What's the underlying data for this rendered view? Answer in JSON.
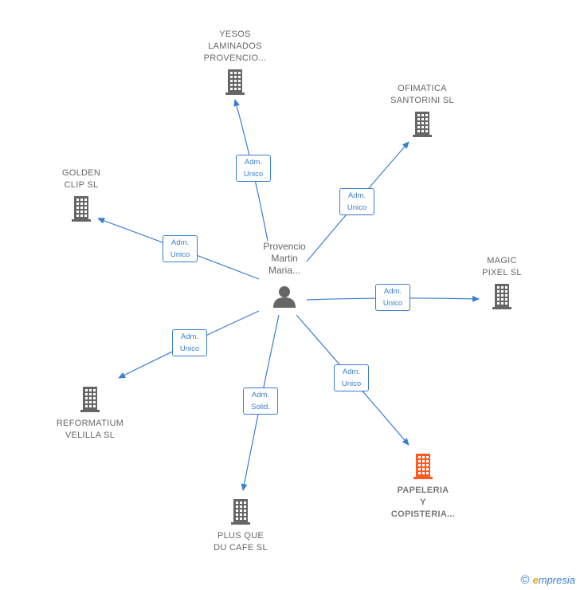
{
  "colors": {
    "edge": "#3a7ed1",
    "building": "#666666",
    "highlight": "#ff5a1f",
    "person": "#666666"
  },
  "center": {
    "label": "Provencio\nMartin\nMaria...",
    "icon": "person-icon"
  },
  "nodes": [
    {
      "id": "yesos",
      "label": "YESOS\nLAMINADOS\nPROVENCIO...",
      "icon": "building-icon",
      "highlight": false
    },
    {
      "id": "ofimatica",
      "label": "OFIMATICA\nSANTORINI SL",
      "icon": "building-icon",
      "highlight": false
    },
    {
      "id": "golden",
      "label": "GOLDEN\nCLIP  SL",
      "icon": "building-icon",
      "highlight": false
    },
    {
      "id": "magic",
      "label": "MAGIC\nPIXEL  SL",
      "icon": "building-icon",
      "highlight": false
    },
    {
      "id": "reformatium",
      "label": "REFORMATIUM\nVELILLA  SL",
      "icon": "building-icon",
      "highlight": false
    },
    {
      "id": "plusque",
      "label": "PLUS QUE\nDU CAFE  SL",
      "icon": "building-icon",
      "highlight": false
    },
    {
      "id": "papeleria",
      "label": "PAPELERIA\nY\nCOPISTERIA...",
      "icon": "building-icon",
      "highlight": true
    }
  ],
  "edges": [
    {
      "to": "yesos",
      "label": "Adm.\nUnico"
    },
    {
      "to": "ofimatica",
      "label": "Adm.\nUnico"
    },
    {
      "to": "golden",
      "label": "Adm.\nUnico"
    },
    {
      "to": "magic",
      "label": "Adm.\nUnico"
    },
    {
      "to": "reformatium",
      "label": "Adm.\nUnico"
    },
    {
      "to": "plusque",
      "label": "Adm.\nSolid."
    },
    {
      "to": "papeleria",
      "label": "Adm.\nUnico"
    }
  ],
  "footer": {
    "copyright": "©",
    "brand_initial": "e",
    "brand_rest": "mpresia"
  }
}
